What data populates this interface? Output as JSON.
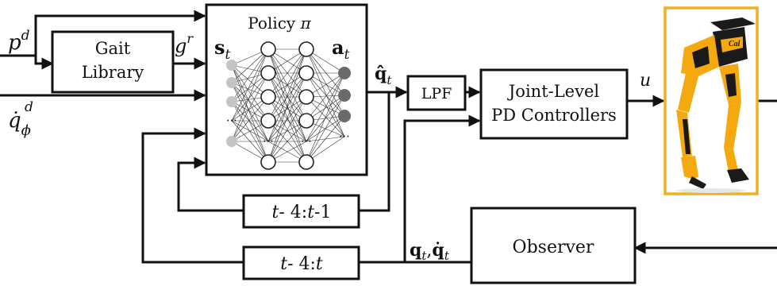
{
  "signals": {
    "p_d": {
      "base": "p",
      "sup": "d"
    },
    "q_dot_phi_d": {
      "base": "q̇",
      "sub": "ϕ",
      "sup": "d"
    },
    "g_r": {
      "base": "g",
      "sup": "r"
    },
    "q_hat_t": {
      "base": "q̂",
      "sub": "t"
    },
    "u": "u",
    "feedback": {
      "q": "q",
      "sub1": "t",
      "comma": ",",
      "qdot": "q̇",
      "sub2": "t"
    }
  },
  "blocks": {
    "gait_library": {
      "line1": "Gait",
      "line2": "Library"
    },
    "policy": {
      "title": "Policy",
      "pi": "π",
      "state": "s",
      "state_sub": "t",
      "action": "a",
      "action_sub": "t",
      "dots": "⋯"
    },
    "lpf": "LPF",
    "pd": {
      "line1": "Joint-Level",
      "line2": "PD Controllers"
    },
    "observer": "Observer",
    "history1": {
      "t1": "t",
      "mid": "- 4:",
      "t2": "t",
      "end": "-1"
    },
    "history2": {
      "t1": "t",
      "mid": "- 4:",
      "t2": "t"
    },
    "robot": {
      "badge": "Cal"
    }
  },
  "colors": {
    "robot_frame": "#f0b020",
    "robot_body": "#f5a90f",
    "robot_dark": "#1a1a1a"
  }
}
